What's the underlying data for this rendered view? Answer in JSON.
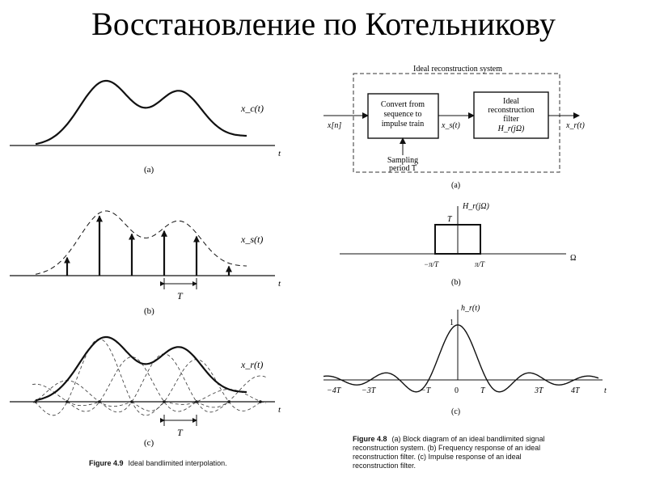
{
  "title": "Восстановление по Котельникову",
  "left": {
    "a": {
      "curve_label": "x_c(t)",
      "axis_label": "t",
      "panel": "(a)"
    },
    "b": {
      "curve_label": "x_s(t)",
      "axis_label": "t",
      "period_label": "T",
      "panel": "(b)"
    },
    "c": {
      "curve_label": "x_r(t)",
      "axis_label": "t",
      "period_label": "T",
      "panel": "(c)"
    },
    "caption_number": "Figure 4.9",
    "caption_text": "Ideal bandlimited interpolation."
  },
  "right": {
    "a": {
      "system_title": "Ideal reconstruction system",
      "input": "x[n]",
      "block1": [
        "Convert from",
        "sequence to",
        "impulse train"
      ],
      "mid_signal": "x_s(t)",
      "block2": [
        "Ideal",
        "reconstruction",
        "filter",
        "H_r(jΩ)"
      ],
      "output": "x_r(t)",
      "sampling": [
        "Sampling",
        "period T"
      ],
      "panel": "(a)"
    },
    "b": {
      "curve_label": "H_r(jΩ)",
      "height_label": "T",
      "left_edge": "−π/T",
      "right_edge": "π/T",
      "axis_label": "Ω",
      "panel": "(b)"
    },
    "c": {
      "curve_label": "h_r(t)",
      "peak_label": "1",
      "axis_label": "t",
      "ticks": [
        "−4T",
        "−3T",
        "−T",
        "0",
        "T",
        "3T",
        "4T"
      ],
      "panel": "(c)"
    },
    "caption_number": "Figure 4.8",
    "caption_text": "(a) Block diagram of an ideal bandlimited signal reconstruction system. (b) Frequency response of an ideal reconstruction filter. (c) Impulse response of an ideal reconstruction filter."
  }
}
